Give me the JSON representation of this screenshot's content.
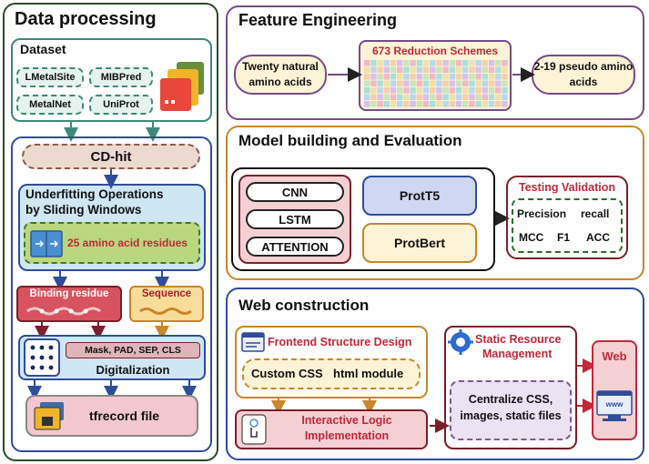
{
  "data_processing": {
    "title": "Data processing",
    "dataset": {
      "title": "Dataset",
      "items": [
        "LMetalSite",
        "MIBPred",
        "MetalNet",
        "UniProt"
      ]
    },
    "cdhit": "CD-hit",
    "underfitting": {
      "title_line1": "Underfitting Operations",
      "title_line2": "by Sliding Windows",
      "window": "25 amino acid residues"
    },
    "binding": "Binding residue",
    "sequence": "Sequence",
    "digital": {
      "tokens": "Mask, PAD, SEP, CLS",
      "label": "Digitalization"
    },
    "tfrecord": "tfrecord file"
  },
  "feature_engineering": {
    "title": "Feature Engineering",
    "input_line1": "Twenty natural",
    "input_line2": "amino acids",
    "schemes": "673 Reduction Schemes",
    "output_line1": "2-19 pseudo amino",
    "output_line2": "acids"
  },
  "model": {
    "title": "Model building and Evaluation",
    "nets": [
      "CNN",
      "LSTM",
      "ATTENTION"
    ],
    "prott5": "ProtT5",
    "protbert": "ProtBert",
    "testing": {
      "title": "Testing Validation",
      "row1": [
        "Precision",
        "recall"
      ],
      "row2": [
        "MCC",
        "F1",
        "ACC"
      ]
    }
  },
  "web": {
    "title": "Web construction",
    "frontend": {
      "title": "Frontend Structure Design",
      "items": [
        "Custom CSS",
        "html module"
      ]
    },
    "interactive_line1": "Interactive Logic",
    "interactive_line2": "Implementation",
    "static": {
      "title_line1": "Static Resource",
      "title_line2": "Management",
      "body_line1": "Centralize CSS,",
      "body_line2": "images, static files"
    },
    "web_label": "Web",
    "www": "www"
  },
  "colors": {
    "green": "#2d4a2d",
    "teal": "#3d8a7a",
    "blue": "#2e4d9a",
    "purple": "#7a4a8a",
    "orange": "#c9862a",
    "red": "#c0283a",
    "pink_fill": "#f5d0d3"
  }
}
